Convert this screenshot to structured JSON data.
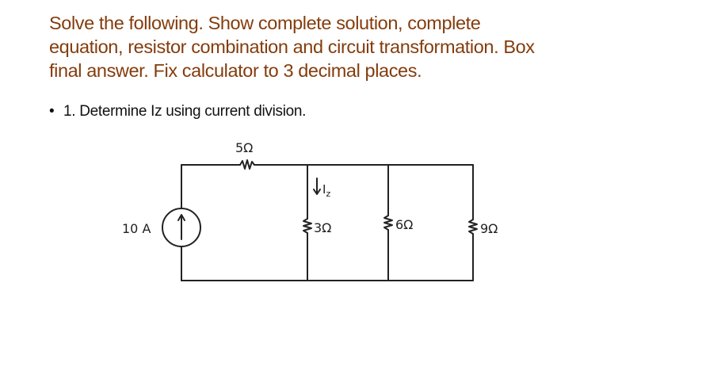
{
  "heading": {
    "lines": [
      "Solve the following. Show complete solution, complete",
      "equation, resistor combination and circuit transformation. Box",
      "final answer. Fix calculator to 3 decimal places."
    ],
    "color": "#843c0c"
  },
  "problem": {
    "bullet": "•",
    "text": "1. Determine Iz using current division."
  },
  "circuit": {
    "source": {
      "label": "10 A",
      "type": "current-source",
      "direction": "up"
    },
    "series_resistor": {
      "label": "5Ω"
    },
    "branches": [
      {
        "label": "3Ω",
        "current_label": "I",
        "current_subscript": "z",
        "current_direction": "down"
      },
      {
        "label": "6Ω"
      },
      {
        "label": "9Ω"
      }
    ]
  }
}
